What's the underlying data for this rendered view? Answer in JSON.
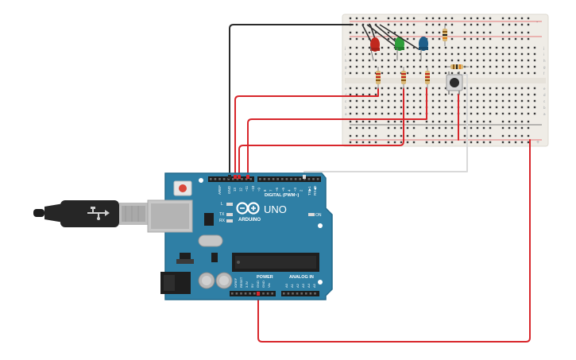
{
  "board": {
    "brand": "ARDUINO",
    "model": "UNO",
    "on_label": "ON",
    "digital_label": "DIGITAL (PWM~)",
    "power_label": "POWER",
    "analog_label": "ANALOG IN",
    "aref_label": "AREF",
    "gnd_label": "GND",
    "tx_label": "TX",
    "rx_label": "RX",
    "l_label": "L",
    "txrx_pins_label": "TX▶1",
    "rx_pin_label": "RX◀0",
    "digital_pins": [
      "13",
      "12",
      "~11",
      "~10",
      "~9",
      "8",
      "7",
      "~6",
      "~5",
      "4",
      "~3",
      "2"
    ],
    "power_pins": [
      "IOREF",
      "RESET",
      "3.3V",
      "5V",
      "GND",
      "GND",
      "Vin"
    ],
    "analog_pins": [
      "A0",
      "A1",
      "A2",
      "A3",
      "A4",
      "A5"
    ]
  },
  "breadboard": {
    "row_letters": [
      "a",
      "b",
      "c",
      "d",
      "e",
      "f",
      "g",
      "h",
      "i",
      "j"
    ],
    "rail_plus": "+",
    "rail_minus": "-"
  },
  "colors": {
    "board": "#2f7fa5",
    "board_edge": "#246a8c",
    "wire_red": "#d8262b",
    "wire_black": "#2b2b2b",
    "wire_white": "#d9d9d9",
    "led_red": "#c0281e",
    "led_green": "#2e9e3a",
    "led_blue": "#1f5f8a",
    "breadboard": "#efece6"
  }
}
